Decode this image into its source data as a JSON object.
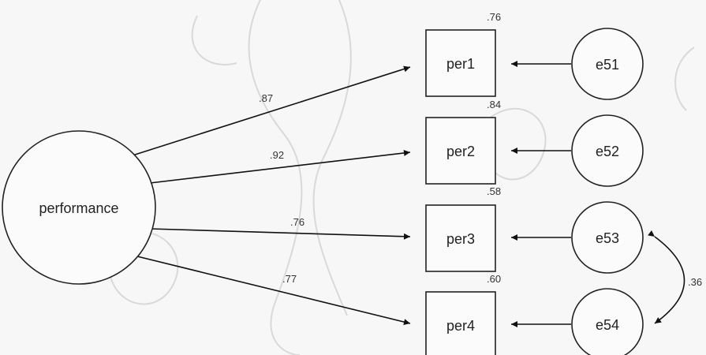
{
  "diagram": {
    "latent": {
      "label": "performance"
    },
    "indicators": [
      {
        "label": "per1",
        "loading": ".87",
        "r2": ".76"
      },
      {
        "label": "per2",
        "loading": ".92",
        "r2": ".84"
      },
      {
        "label": "per3",
        "loading": ".76",
        "r2": ".58"
      },
      {
        "label": "per4",
        "loading": ".77",
        "r2": ".60"
      }
    ],
    "errors": [
      {
        "label": "e51"
      },
      {
        "label": "e52"
      },
      {
        "label": "e53"
      },
      {
        "label": "e54"
      }
    ],
    "covariance": {
      "between": [
        "e53",
        "e54"
      ],
      "value": ".36"
    }
  },
  "colors": {
    "stroke": "#111111",
    "background": "#f7f7f7",
    "watermark": "#d9d9d9"
  }
}
